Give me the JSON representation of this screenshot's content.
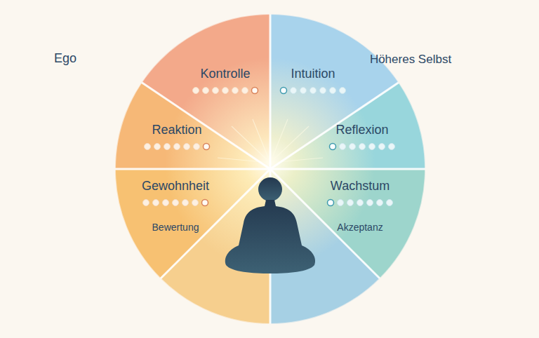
{
  "diagram": {
    "nodes": [
      {
        "text": [
          "Kontrolle"
        ]
      },
      {
        "text": [
          "Intuition"
        ]
      },
      {
        "text": [
          "Reaktion"
        ]
      },
      {
        "text": [
          "Reflexion"
        ]
      },
      {
        "text": [
          "Gewohnheit",
          "Bewertung"
        ]
      },
      {
        "text": [
          "Wachstum",
          "Akzeptanz"
        ]
      }
    ],
    "labels": [
      "Ego",
      "Höheres Selbst"
    ]
  }
}
